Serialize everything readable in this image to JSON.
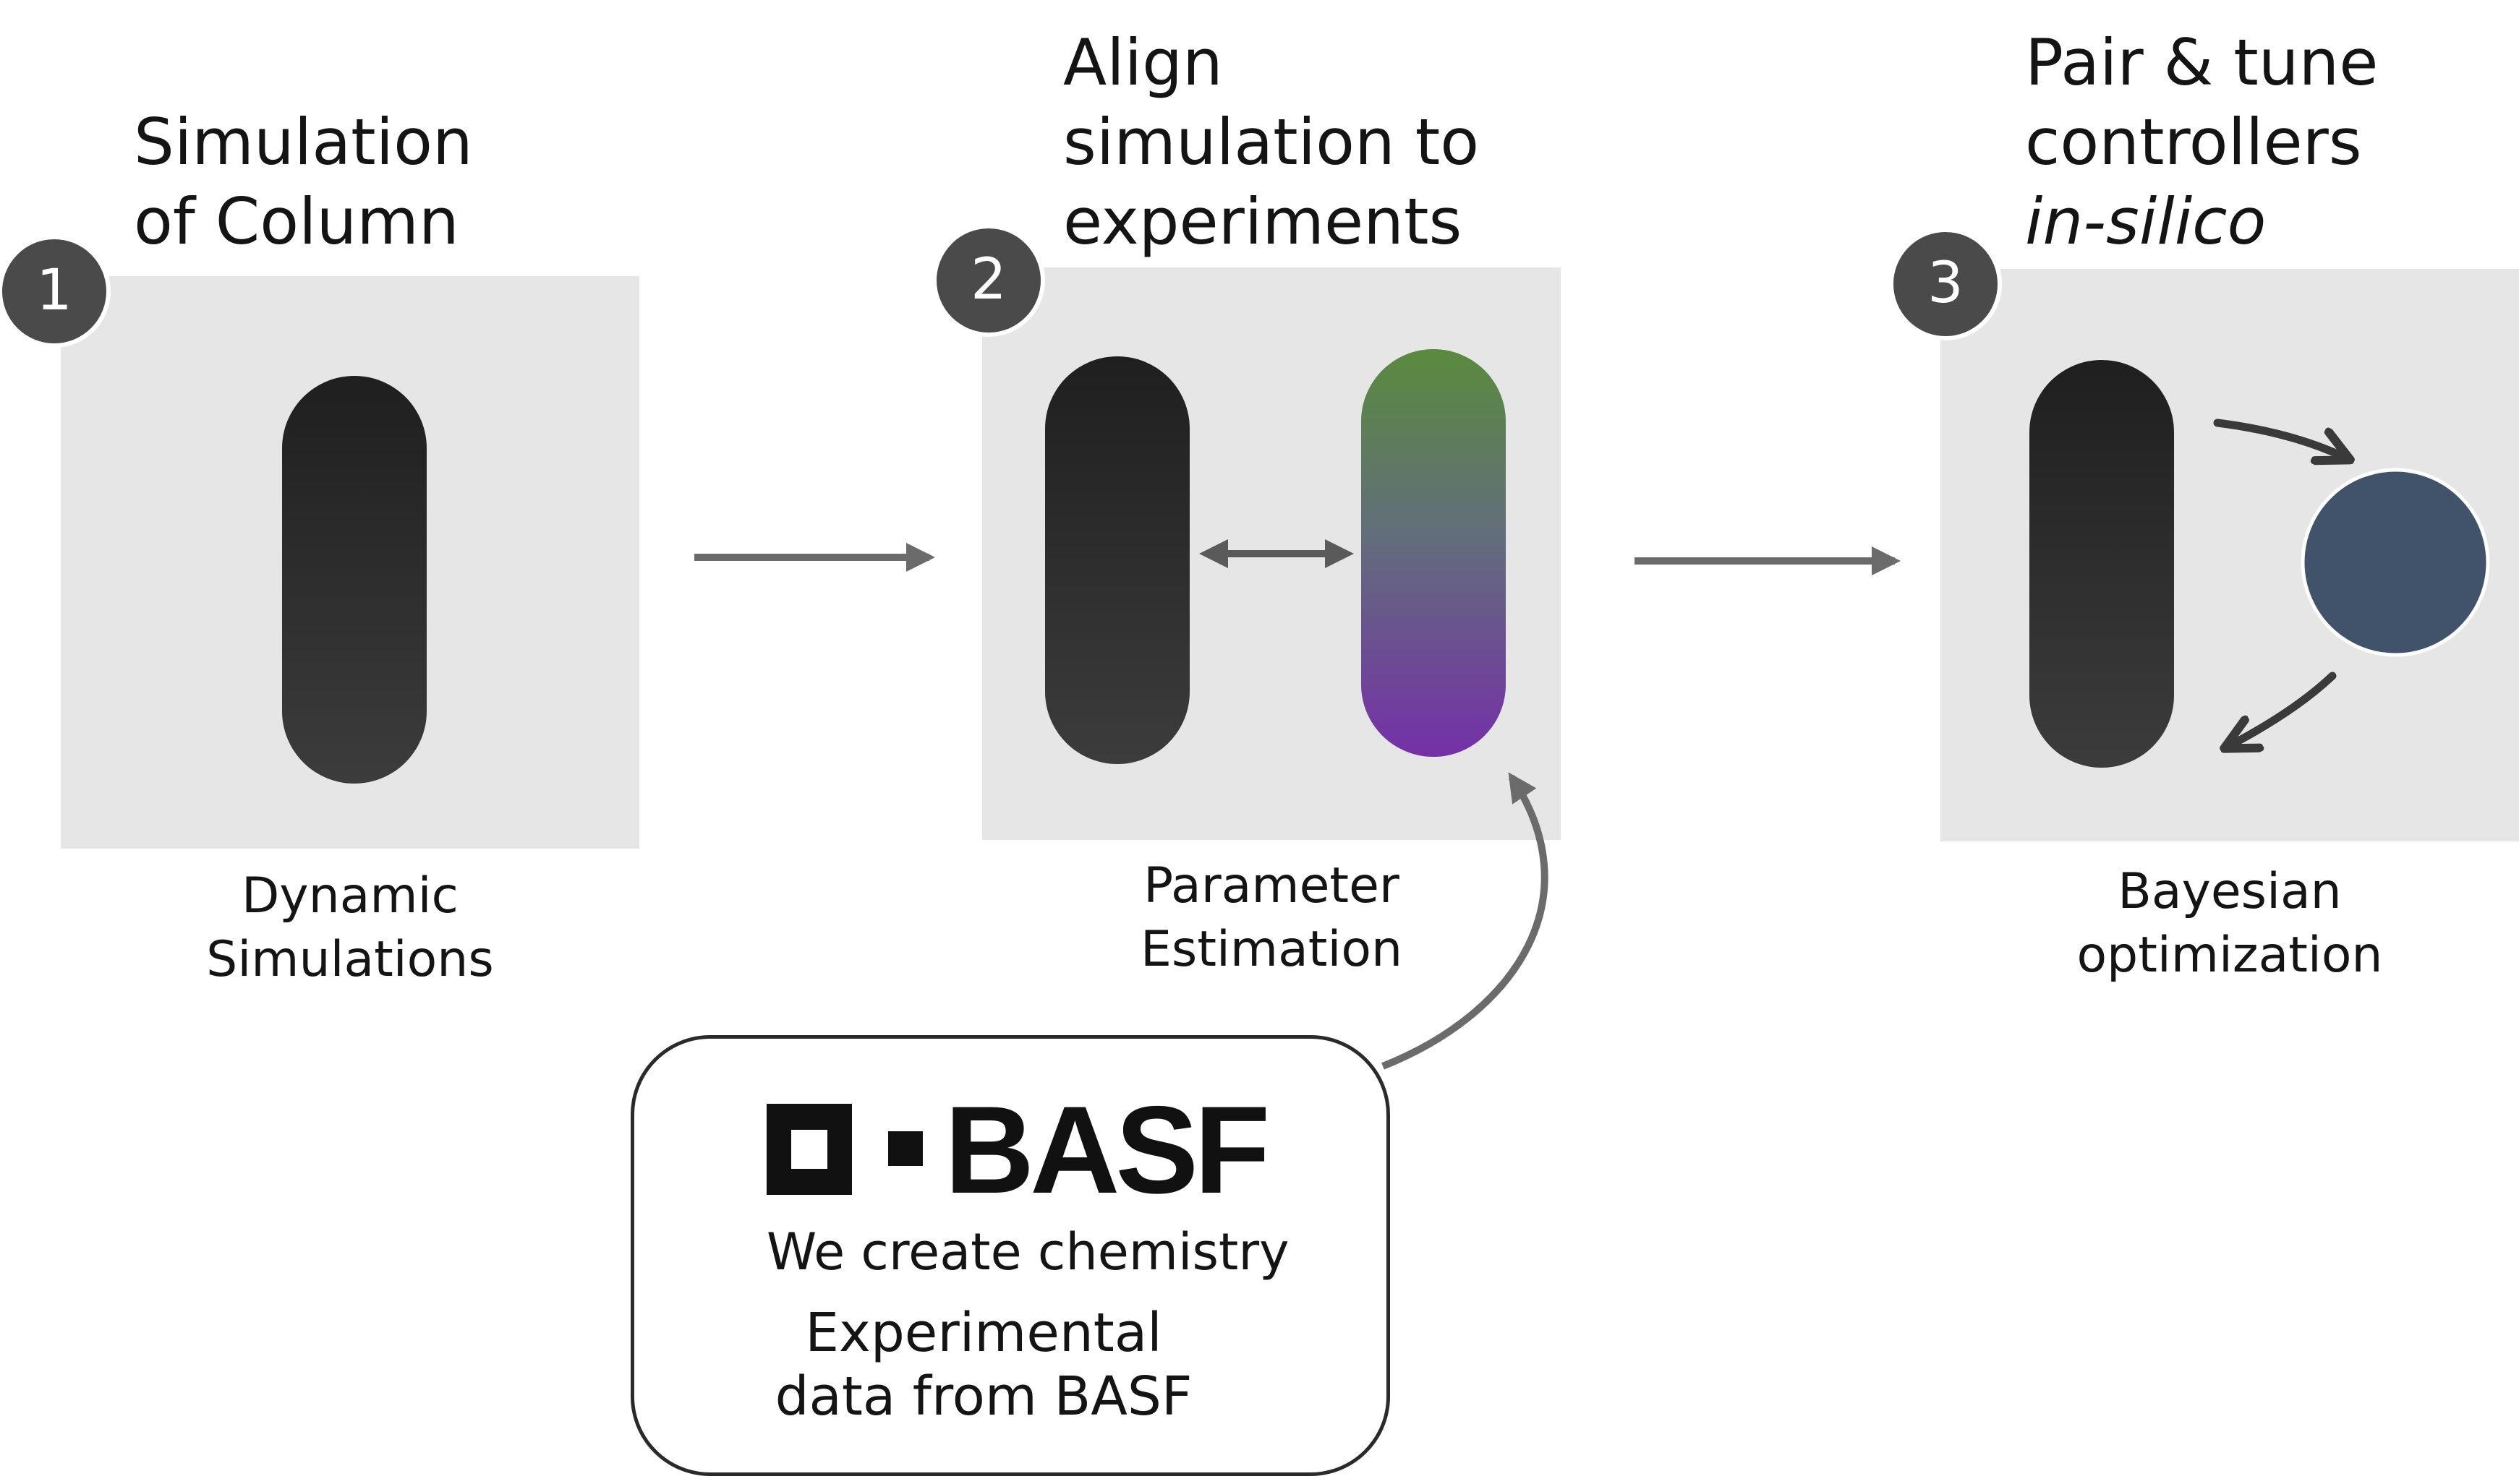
{
  "steps": [
    {
      "number": "1",
      "title_lines": [
        "Simulation",
        "of Column"
      ],
      "caption_lines": [
        "Dynamic",
        "Simulations"
      ]
    },
    {
      "number": "2",
      "title_lines": [
        "Align",
        "simulation to",
        "experiments"
      ],
      "caption_lines": [
        "Parameter",
        "Estimation"
      ]
    },
    {
      "number": "3",
      "title_lines": [
        "Pair & tune",
        "controllers",
        "in-silico"
      ],
      "caption_lines": [
        "Bayesian",
        "optimization"
      ]
    }
  ],
  "basf": {
    "logo_text": "BASF",
    "tagline": "We create chemistry",
    "caption_lines": [
      "Experimental",
      "data from BASF"
    ]
  },
  "colors": {
    "panel": "#e6e6e6",
    "badge": "#4a4a4a",
    "column_dark_top": "#1f1f1f",
    "column_dark_bottom": "#3c3c3c",
    "experiment_top": "#5a8a3e",
    "experiment_mid": "#626e7a",
    "experiment_bottom": "#7530a8",
    "controller": "#41536b",
    "arrow": "#6b6b6b",
    "arrow_dark": "#3a3a3a"
  },
  "icons": [
    "step-badge-icon",
    "arrow-right-icon",
    "double-arrow-icon",
    "curved-arrow-icon",
    "basf-logo-icon",
    "controller-circle-icon"
  ]
}
